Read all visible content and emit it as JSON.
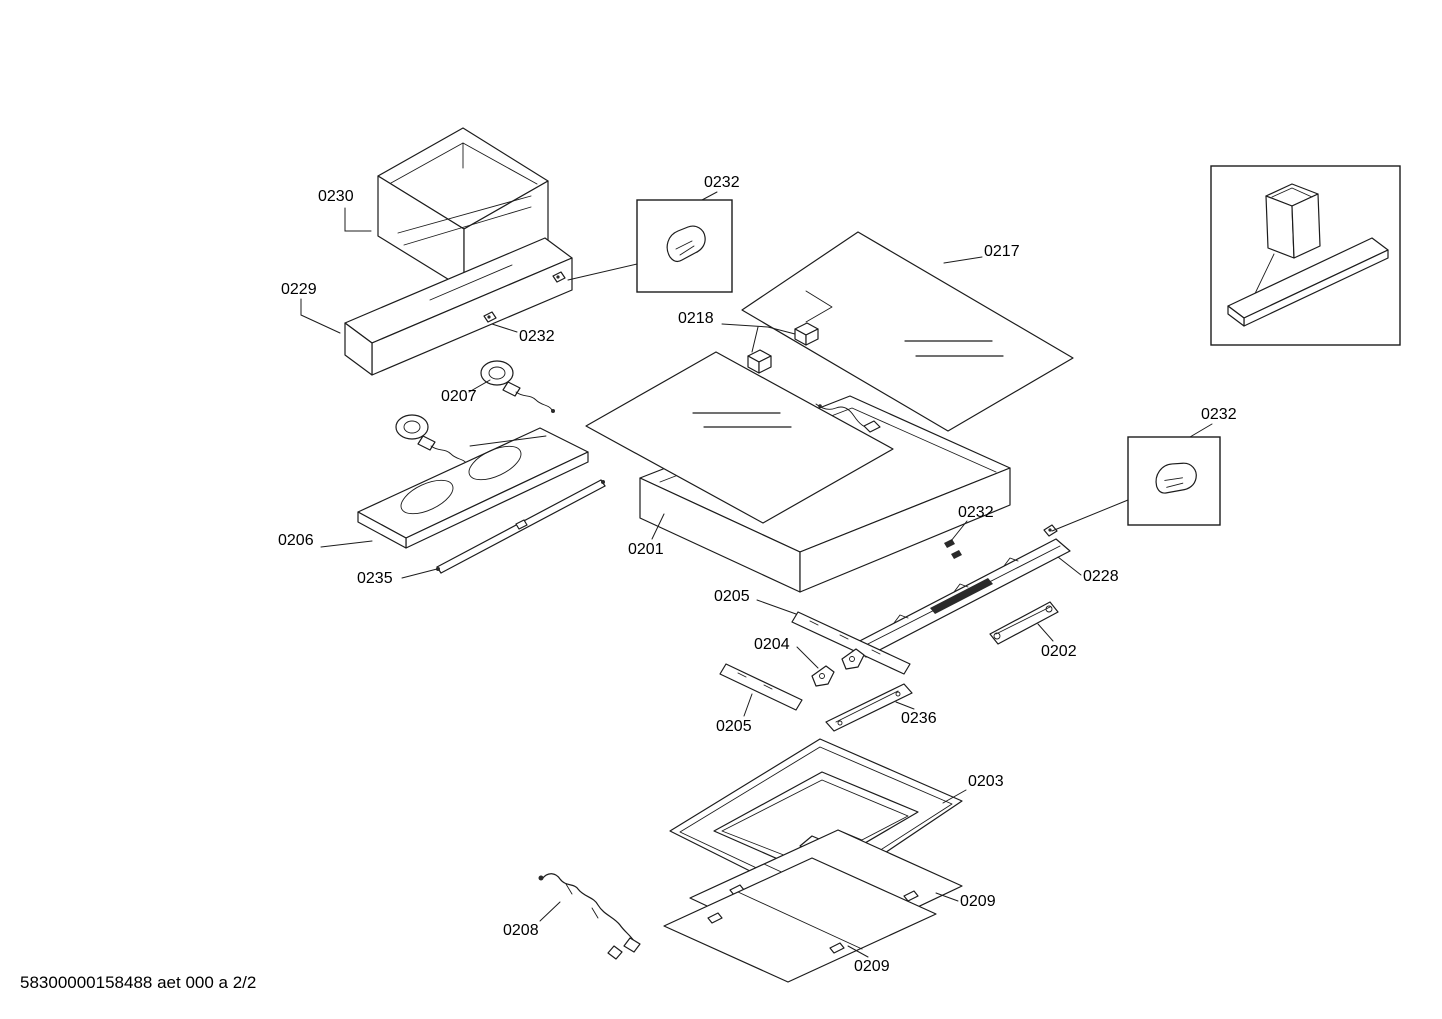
{
  "page": {
    "background": "#ffffff",
    "line_color": "#1c1c1c",
    "footer": "58300000158488 aet 000 a 2/2"
  },
  "labels": [
    {
      "part": "0230",
      "text": "0230"
    },
    {
      "part": "0229",
      "text": "0229"
    },
    {
      "part": "0232",
      "text": "0232"
    },
    {
      "part": "0217",
      "text": "0217"
    },
    {
      "part": "0218",
      "text": "0218"
    },
    {
      "part": "0232",
      "text": "0232"
    },
    {
      "part": "0207",
      "text": "0207"
    },
    {
      "part": "0206",
      "text": "0206"
    },
    {
      "part": "0235",
      "text": "0235"
    },
    {
      "part": "0201",
      "text": "0201"
    },
    {
      "part": "0232",
      "text": "0232"
    },
    {
      "part": "0228",
      "text": "0228"
    },
    {
      "part": "0202",
      "text": "0202"
    },
    {
      "part": "0205",
      "text": "0205"
    },
    {
      "part": "0204",
      "text": "0204"
    },
    {
      "part": "0205",
      "text": "0205"
    },
    {
      "part": "0236",
      "text": "0236"
    },
    {
      "part": "0203",
      "text": "0203"
    },
    {
      "part": "0209",
      "text": "0209"
    },
    {
      "part": "0209",
      "text": "0209"
    },
    {
      "part": "0208",
      "text": "0208"
    },
    {
      "part": "0232",
      "text": "0232"
    }
  ]
}
